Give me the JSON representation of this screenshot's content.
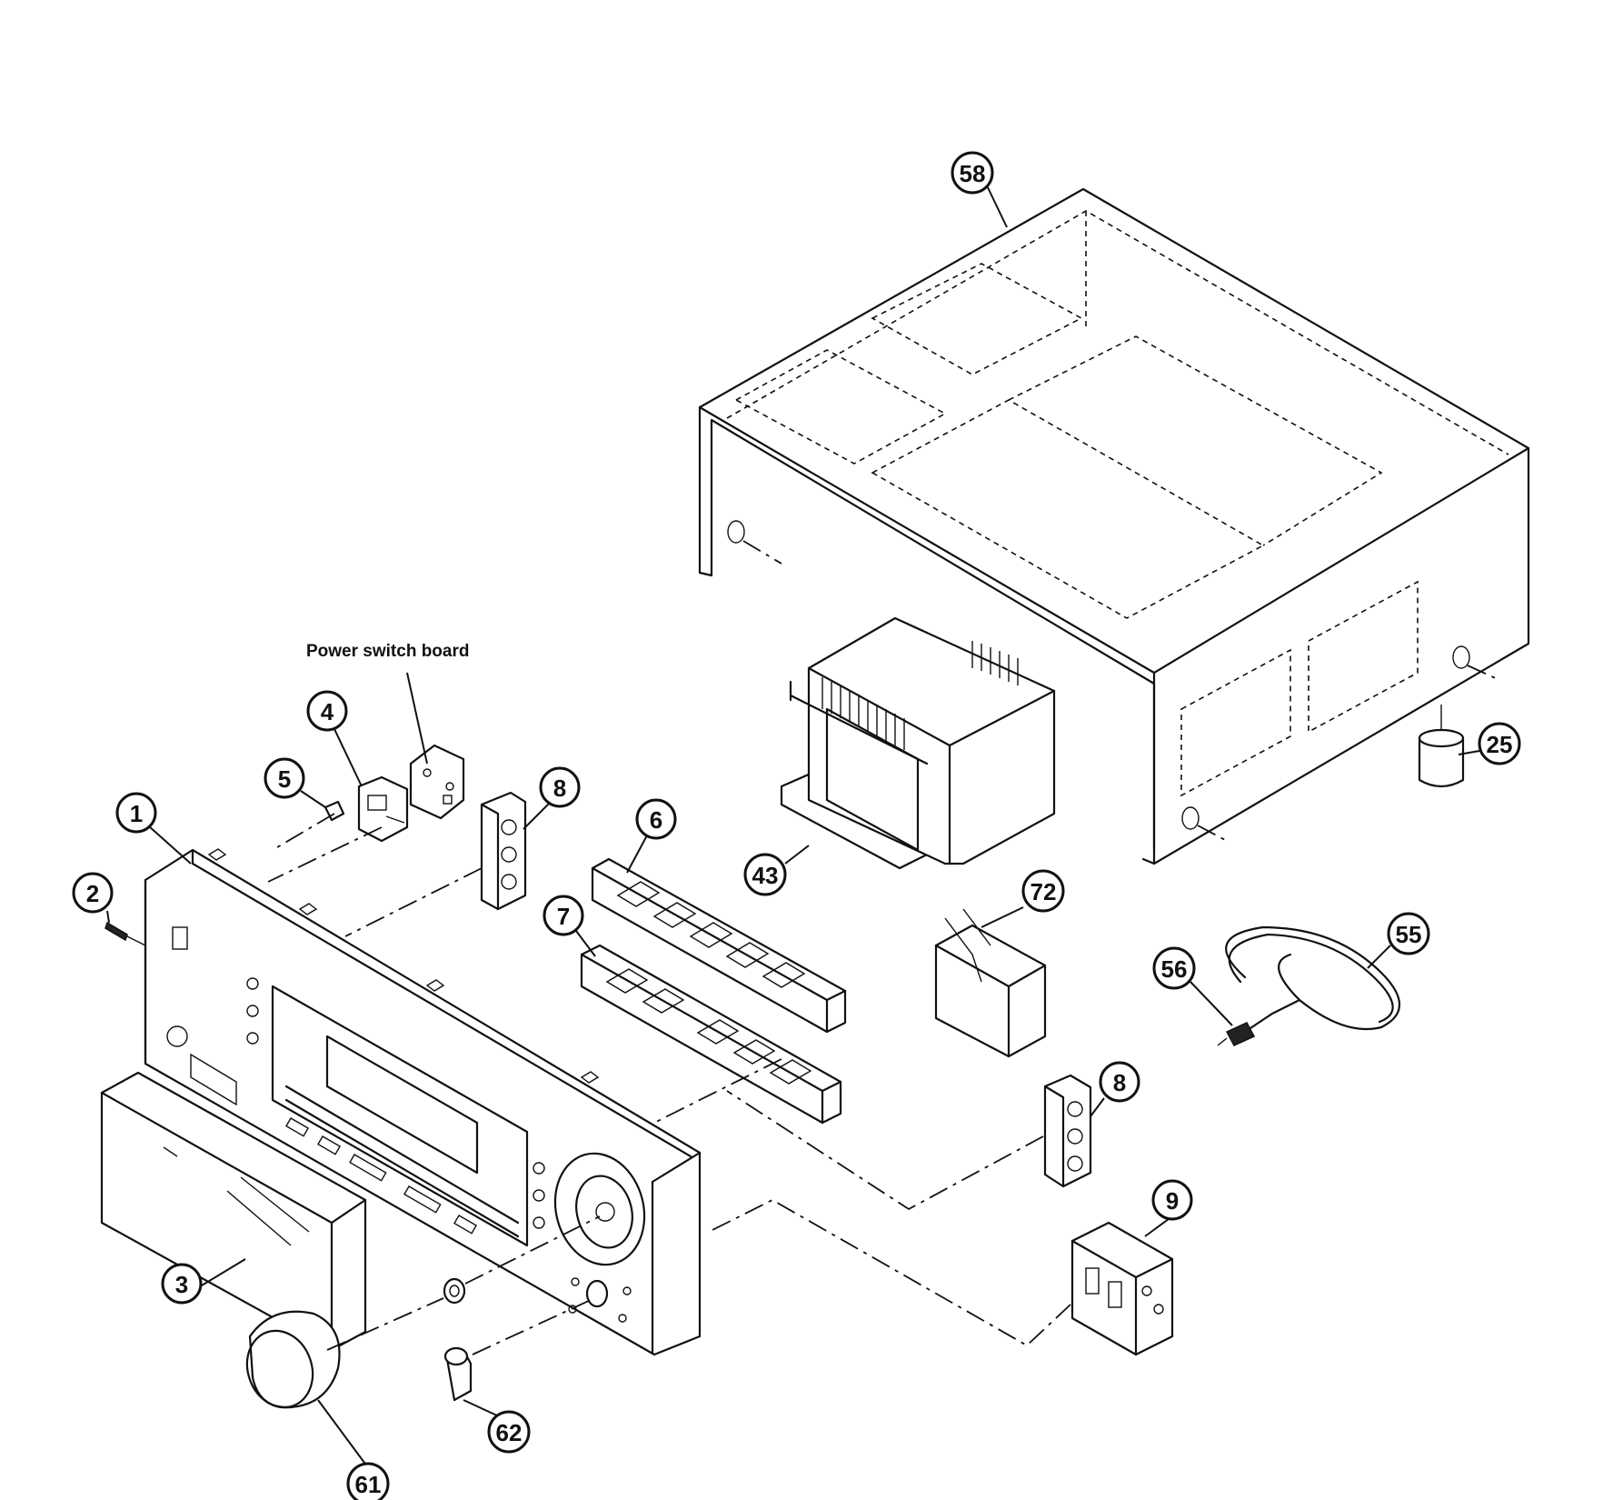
{
  "annotation": {
    "power_switch_board": "Power switch board"
  },
  "callouts": [
    {
      "id": "c58",
      "label": "58"
    },
    {
      "id": "c25",
      "label": "25"
    },
    {
      "id": "c4",
      "label": "4"
    },
    {
      "id": "c5",
      "label": "5"
    },
    {
      "id": "c8a",
      "label": "8"
    },
    {
      "id": "c1",
      "label": "1"
    },
    {
      "id": "c2",
      "label": "2"
    },
    {
      "id": "c6",
      "label": "6"
    },
    {
      "id": "c7",
      "label": "7"
    },
    {
      "id": "c43",
      "label": "43"
    },
    {
      "id": "c72",
      "label": "72"
    },
    {
      "id": "c55",
      "label": "55"
    },
    {
      "id": "c56",
      "label": "56"
    },
    {
      "id": "c8b",
      "label": "8"
    },
    {
      "id": "c9",
      "label": "9"
    },
    {
      "id": "c3",
      "label": "3"
    },
    {
      "id": "c62",
      "label": "62"
    },
    {
      "id": "c61",
      "label": "61"
    }
  ]
}
